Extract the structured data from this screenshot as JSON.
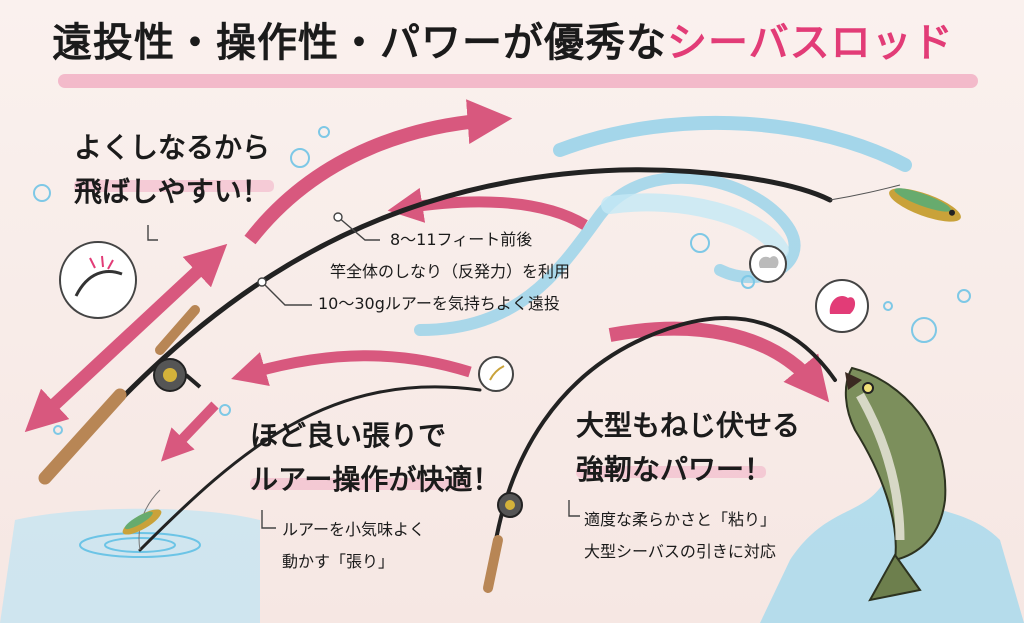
{
  "title": {
    "part1": "遠投性・操作性・パワー",
    "part2": "が優秀な",
    "part3": "シーバスロッド"
  },
  "section_cast": {
    "headline": [
      "よくしなるから",
      "飛ばしやすい！"
    ],
    "notes": [
      "8〜11フィート前後",
      "竿全体のしなり（反発力）を利用",
      "10〜30gルアーを気持ちよく遠投"
    ]
  },
  "section_operation": {
    "headline": [
      "ほど良い張りで",
      "ルアー操作が快適！"
    ],
    "notes": [
      "ルアーを小気味よく",
      "動かす「張り」"
    ]
  },
  "section_power": {
    "headline": [
      "大型もねじ伏せる",
      "強靭なパワー！"
    ],
    "notes": [
      "適度な柔らかさと「粘り」",
      "大型シーバスの引きに対応"
    ]
  },
  "colors": {
    "accent": "#e23c77",
    "arrow_pink": "#d8587e",
    "water_blue": "#6cc4e6",
    "highlight": "#f2aec4"
  }
}
